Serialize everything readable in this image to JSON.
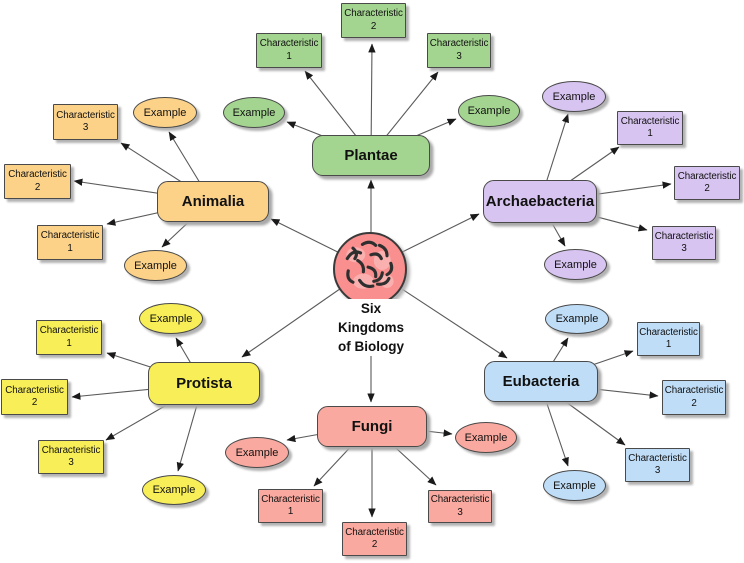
{
  "diagram_title": "Six\nKingdoms\nof Biology",
  "center": {
    "label": "Six\nKingdoms\nof Biology",
    "fill_color": "#f98f8f",
    "icon": "bacteria-icon"
  },
  "kingdoms": [
    {
      "name": "Plantae",
      "color": "#a3d590",
      "examples": [
        "Example",
        "Example"
      ],
      "characteristics": [
        "Characteristic\n1",
        "Characteristic\n2",
        "Characteristic\n3"
      ]
    },
    {
      "name": "Animalia",
      "color": "#fcd289",
      "examples": [
        "Example",
        "Example"
      ],
      "characteristics": [
        "Characteristic\n1",
        "Characteristic\n2",
        "Characteristic\n3"
      ]
    },
    {
      "name": "Archaebacteria",
      "color": "#d7c4f0",
      "examples": [
        "Example",
        "Example"
      ],
      "characteristics": [
        "Characteristic\n1",
        "Characteristic\n2",
        "Characteristic\n3"
      ]
    },
    {
      "name": "Protista",
      "color": "#f7ee58",
      "examples": [
        "Example",
        "Example"
      ],
      "characteristics": [
        "Characteristic\n1",
        "Characteristic\n2",
        "Characteristic\n3"
      ]
    },
    {
      "name": "Fungi",
      "color": "#f9a99f",
      "examples": [
        "Example",
        "Example"
      ],
      "characteristics": [
        "Characteristic\n1",
        "Characteristic\n2",
        "Characteristic\n3"
      ]
    },
    {
      "name": "Eubacteria",
      "color": "#bfddf7",
      "examples": [
        "Example",
        "Example"
      ],
      "characteristics": [
        "Characteristic\n1",
        "Characteristic\n2",
        "Characteristic\n3"
      ]
    }
  ]
}
